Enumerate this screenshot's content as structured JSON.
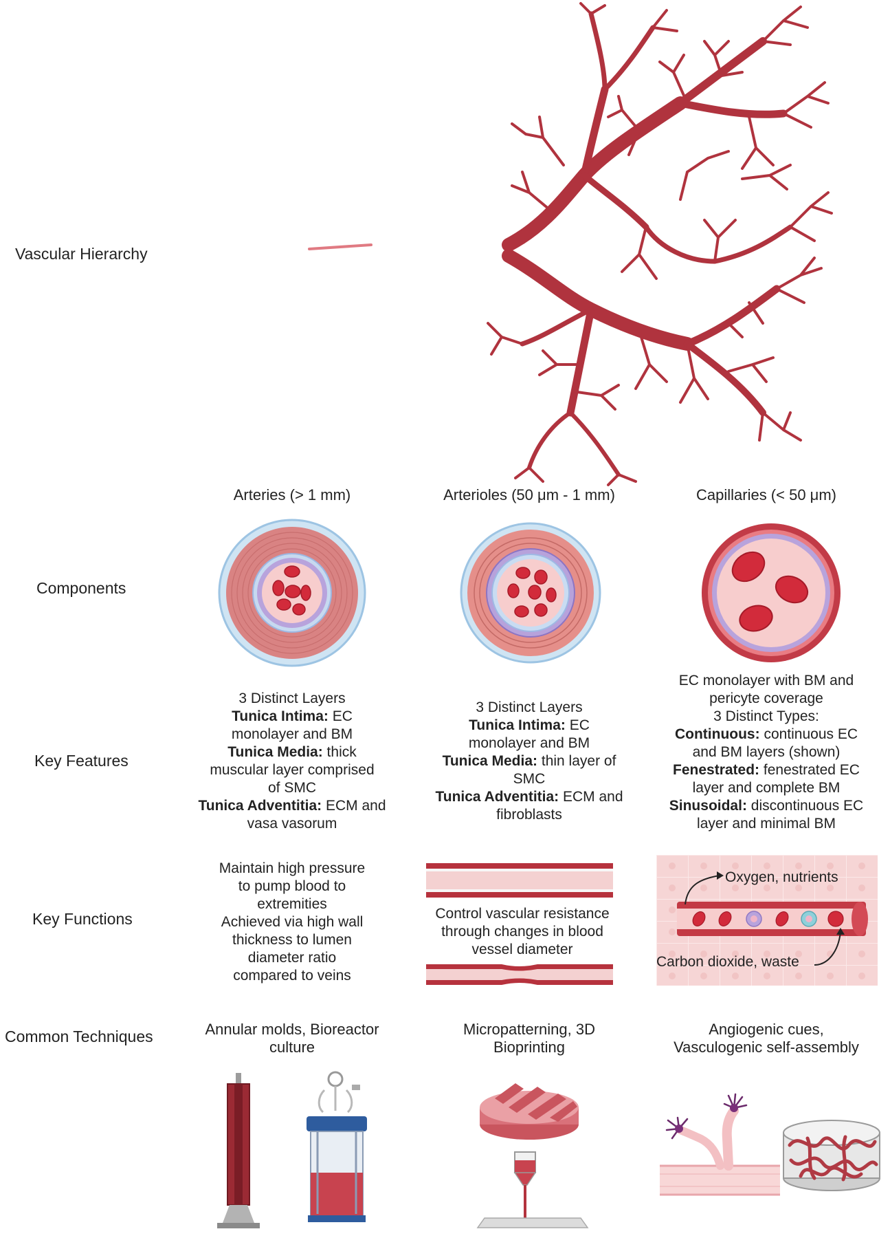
{
  "rows": {
    "hierarchy": "Vascular Hierarchy",
    "components": "Components",
    "features": "Key Features",
    "functions": "Key Functions",
    "techniques": "Common Techniques"
  },
  "columns": {
    "arteries": "Arteries (> 1 mm)",
    "arterioles": "Arterioles (50 μm - 1 mm)",
    "capillaries": "Capillaries (< 50 μm)"
  },
  "features": {
    "arteries": [
      {
        "bold": "",
        "text": "3 Distinct Layers"
      },
      {
        "bold": "Tunica Intima:",
        "text": " EC"
      },
      {
        "bold": "",
        "text": "monolayer and BM"
      },
      {
        "bold": "Tunica Media:",
        "text": " thick"
      },
      {
        "bold": "",
        "text": "muscular layer comprised"
      },
      {
        "bold": "",
        "text": "of SMC"
      },
      {
        "bold": "Tunica Adventitia:",
        "text": " ECM and"
      },
      {
        "bold": "",
        "text": "vasa vasorum"
      }
    ],
    "arterioles": [
      {
        "bold": "",
        "text": "3 Distinct Layers"
      },
      {
        "bold": "Tunica Intima:",
        "text": " EC"
      },
      {
        "bold": "",
        "text": "monolayer and BM"
      },
      {
        "bold": "Tunica Media:",
        "text": " thin layer of"
      },
      {
        "bold": "",
        "text": "SMC"
      },
      {
        "bold": "Tunica Adventitia:",
        "text": " ECM and"
      },
      {
        "bold": "",
        "text": "fibroblasts"
      }
    ],
    "capillaries": [
      {
        "bold": "",
        "text": "EC monolayer with BM and"
      },
      {
        "bold": "",
        "text": "pericyte coverage"
      },
      {
        "bold": "",
        "text": "3 Distinct Types:"
      },
      {
        "bold": "Continuous:",
        "text": " continuous EC"
      },
      {
        "bold": "",
        "text": "and BM layers (shown)"
      },
      {
        "bold": "Fenestrated:",
        "text": " fenestrated EC"
      },
      {
        "bold": "",
        "text": "layer and complete BM"
      },
      {
        "bold": "Sinusoidal:",
        "text": " discontinuous EC"
      },
      {
        "bold": "",
        "text": "layer and minimal BM"
      }
    ]
  },
  "functions": {
    "arteries": [
      "Maintain high pressure",
      "to pump blood to",
      "extremities",
      "Achieved via high wall",
      "thickness to lumen",
      "diameter ratio",
      "compared to veins"
    ],
    "arterioles": [
      "Control vascular resistance",
      "through changes in blood",
      "vessel diameter"
    ],
    "capillaries_in": "Oxygen, nutrients",
    "capillaries_out": "Carbon dioxide, waste"
  },
  "techniques": {
    "arteries": [
      "Annular molds, Bioreactor",
      "culture"
    ],
    "arterioles": [
      "Micropatterning, 3D",
      "Bioprinting"
    ],
    "capillaries": [
      "Angiogenic cues,",
      "Vasculogenic self-assembly"
    ]
  },
  "colors": {
    "vessel": "#b83a42",
    "vessel_dark": "#8e1f2a",
    "rbc": "#d42c3c",
    "lumen": "#f7c9c9",
    "adventitia": "#bcd9ee",
    "media": "#de8585",
    "endothelium": "#b7a4d9",
    "tissue": "#f6d4d4"
  }
}
